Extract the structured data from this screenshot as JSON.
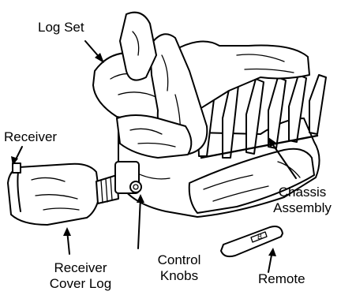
{
  "labels": {
    "log_set": "Log Set",
    "receiver": "Receiver",
    "chassis_line1": "Chassis",
    "chassis_line2": "Assembly",
    "receiver_cover_line1": "Receiver",
    "receiver_cover_line2": "Cover Log",
    "control_line1": "Control",
    "control_line2": "Knobs",
    "remote": "Remote"
  },
  "colors": {
    "ink": "#000000",
    "fill": "#ffffff"
  }
}
